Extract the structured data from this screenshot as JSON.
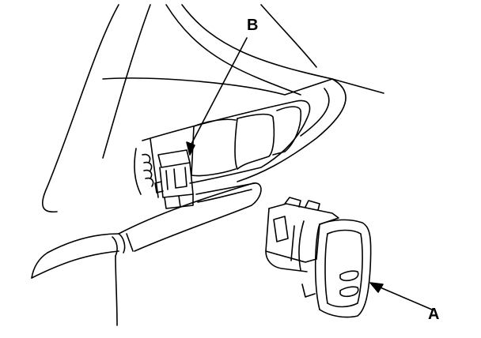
{
  "diagram": {
    "callouts": {
      "a": "A",
      "b": "B"
    },
    "parts": {
      "a": "switch",
      "b": "connector"
    },
    "colors": {
      "line": "#000000",
      "background": "#ffffff"
    }
  }
}
